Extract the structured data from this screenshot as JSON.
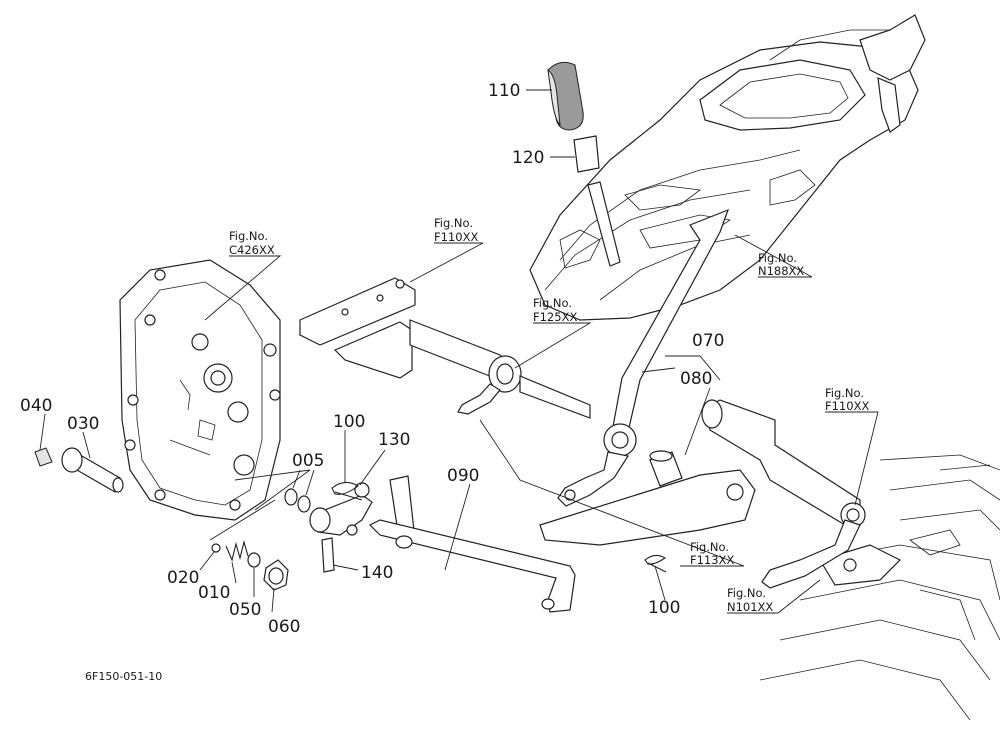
{
  "diagram": {
    "part_numbers": [
      {
        "id": "p110",
        "label": "110"
      },
      {
        "id": "p120",
        "label": "120"
      },
      {
        "id": "p070",
        "label": "070"
      },
      {
        "id": "p080",
        "label": "080"
      },
      {
        "id": "p040",
        "label": "040"
      },
      {
        "id": "p030",
        "label": "030"
      },
      {
        "id": "p100a",
        "label": "100"
      },
      {
        "id": "p130",
        "label": "130"
      },
      {
        "id": "p005",
        "label": "005"
      },
      {
        "id": "p090",
        "label": "090"
      },
      {
        "id": "p020",
        "label": "020"
      },
      {
        "id": "p010",
        "label": "010"
      },
      {
        "id": "p050",
        "label": "050"
      },
      {
        "id": "p060",
        "label": "060"
      },
      {
        "id": "p140",
        "label": "140"
      },
      {
        "id": "p100b",
        "label": "100"
      }
    ],
    "fig_refs": [
      {
        "id": "c426",
        "line1": "Fig.No.",
        "line2": "C426XX"
      },
      {
        "id": "f110a",
        "line1": "Fig.No.",
        "line2": "F110XX"
      },
      {
        "id": "f125",
        "line1": "Fig.No.",
        "line2": "F125XX"
      },
      {
        "id": "n188",
        "line1": "Fig.No.",
        "line2": "N188XX"
      },
      {
        "id": "f110b",
        "line1": "Fig.No.",
        "line2": "F110XX"
      },
      {
        "id": "f113",
        "line1": "Fig.No.",
        "line2": "F113XX"
      },
      {
        "id": "n101",
        "line1": "Fig.No.",
        "line2": "N101XX"
      }
    ],
    "drawing_code": "6F150-051-10"
  }
}
